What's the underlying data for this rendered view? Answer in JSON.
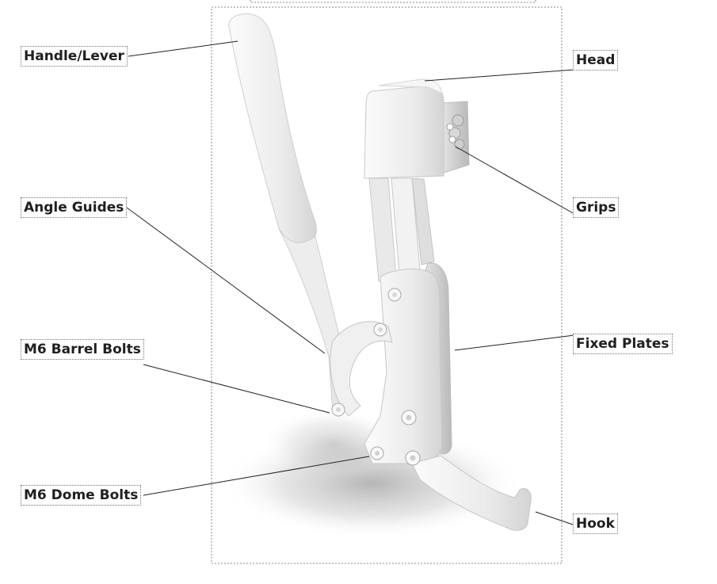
{
  "labels": {
    "handle": "Handle/Lever",
    "angle_guides": "Angle Guides",
    "barrel_bolts": "M6 Barrel Bolts",
    "dome_bolts": "M6 Dome Bolts",
    "head": "Head",
    "grips": "Grips",
    "fixed_plates": "Fixed Plates",
    "hook": "Hook"
  }
}
